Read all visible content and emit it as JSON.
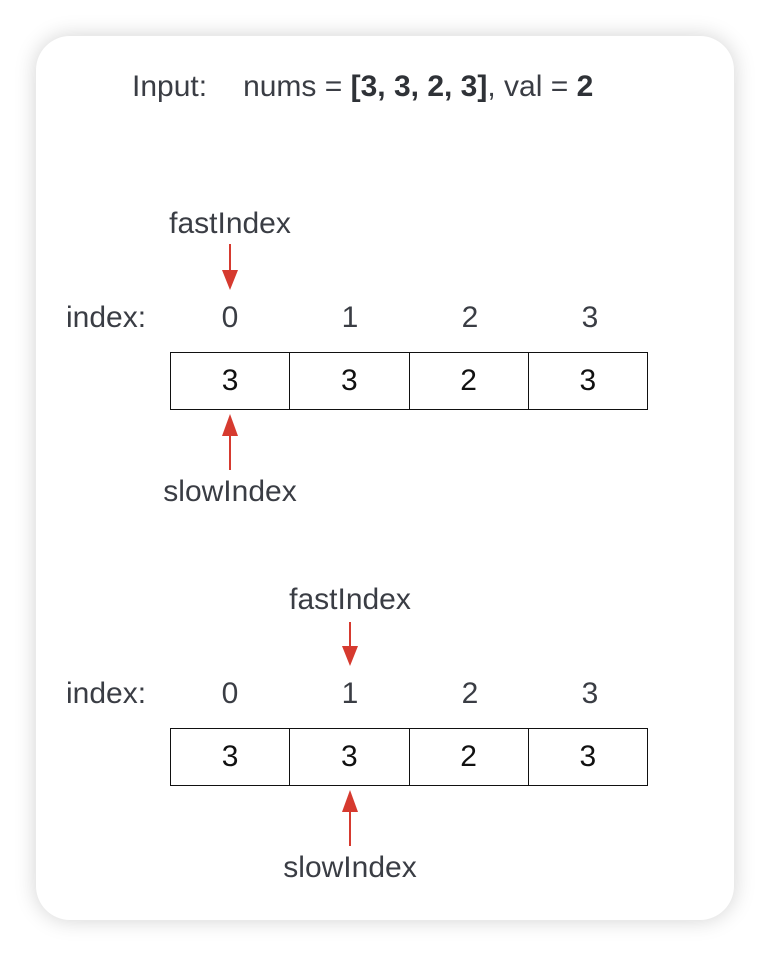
{
  "title": {
    "input_label": "Input:",
    "nums_prefix": "nums = ",
    "nums_value": "[3, 3, 2, 3]",
    "val_prefix": ", val = ",
    "val_value": "2"
  },
  "colors": {
    "arrow": "#d63a2f",
    "text": "#3a3d44",
    "cell_border": "#111111"
  },
  "steps": [
    {
      "fast_label": "fastIndex",
      "slow_label": "slowIndex",
      "index_label": "index:",
      "fast_index": 0,
      "slow_index": 0,
      "indices": [
        "0",
        "1",
        "2",
        "3"
      ],
      "values": [
        "3",
        "3",
        "2",
        "3"
      ]
    },
    {
      "fast_label": "fastIndex",
      "slow_label": "slowIndex",
      "index_label": "index:",
      "fast_index": 1,
      "slow_index": 1,
      "indices": [
        "0",
        "1",
        "2",
        "3"
      ],
      "values": [
        "3",
        "3",
        "2",
        "3"
      ]
    }
  ]
}
